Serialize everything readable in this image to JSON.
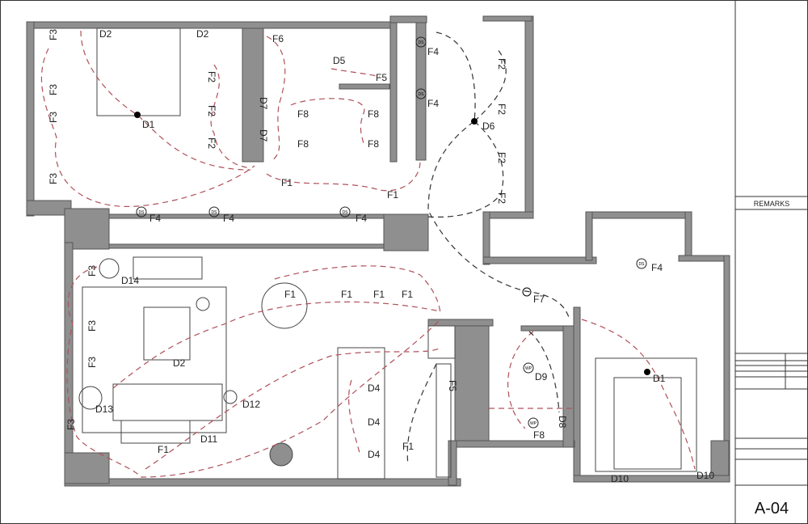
{
  "title_block": {
    "remarks": "REMARKS",
    "sheet": "A-04"
  },
  "labels": [
    "D2",
    "D2",
    "D1",
    "F3",
    "F3",
    "F3",
    "F3",
    "F2",
    "F2",
    "F2",
    "D7",
    "D7",
    "F6",
    "D5",
    "F5",
    "F8",
    "F8",
    "F8",
    "F8",
    "F1",
    "F1",
    "F4",
    "F4",
    "F4",
    "F4",
    "F4",
    "D6",
    "F2",
    "F2",
    "F2",
    "F2",
    "F3",
    "D14",
    "F1",
    "F1",
    "F1",
    "F1",
    "F3",
    "F3",
    "D2",
    "D13",
    "D12",
    "D11",
    "F1",
    "F3",
    "D4",
    "D4",
    "D4",
    "F5",
    "F1",
    "F7",
    "F4",
    "D9",
    "D8",
    "F8",
    "D1",
    "D10",
    "D10"
  ],
  "symbol_text": {
    "ds": "DS",
    "wp": "WP"
  },
  "colors": {
    "wall": "#8f8f8f",
    "circuit_red": "#b0505a",
    "circuit_black": "#333333"
  }
}
